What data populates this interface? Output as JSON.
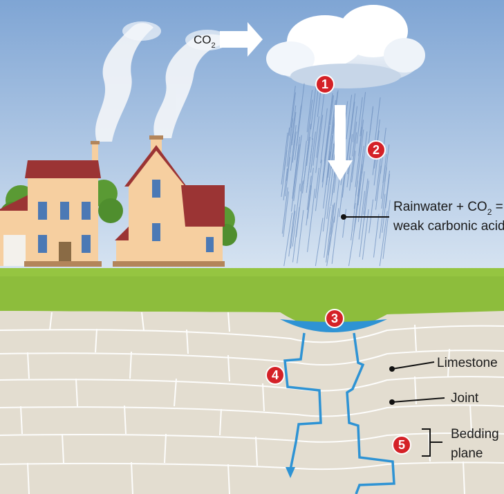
{
  "co2_label": {
    "main": "CO",
    "sub": "2"
  },
  "steps": [
    "1",
    "2",
    "3",
    "4",
    "5"
  ],
  "labels": {
    "rainwater_line1_a": "Rainwater + CO",
    "rainwater_line1_sub": "2",
    "rainwater_line1_b": " =",
    "rainwater_line2": "weak carbonic acid",
    "limestone": "Limestone",
    "joint": "Joint",
    "bedding_line1": "Bedding",
    "bedding_line2": "plane"
  },
  "colors": {
    "sky_top": "#7fa6d6",
    "sky_bottom": "#dbe7f3",
    "grass": "#8dbd3c",
    "rock": "#e3ddd0",
    "water": "#2e93d4",
    "badge": "#d42127",
    "roof": "#9b3434",
    "wall": "#f6cfa0"
  }
}
